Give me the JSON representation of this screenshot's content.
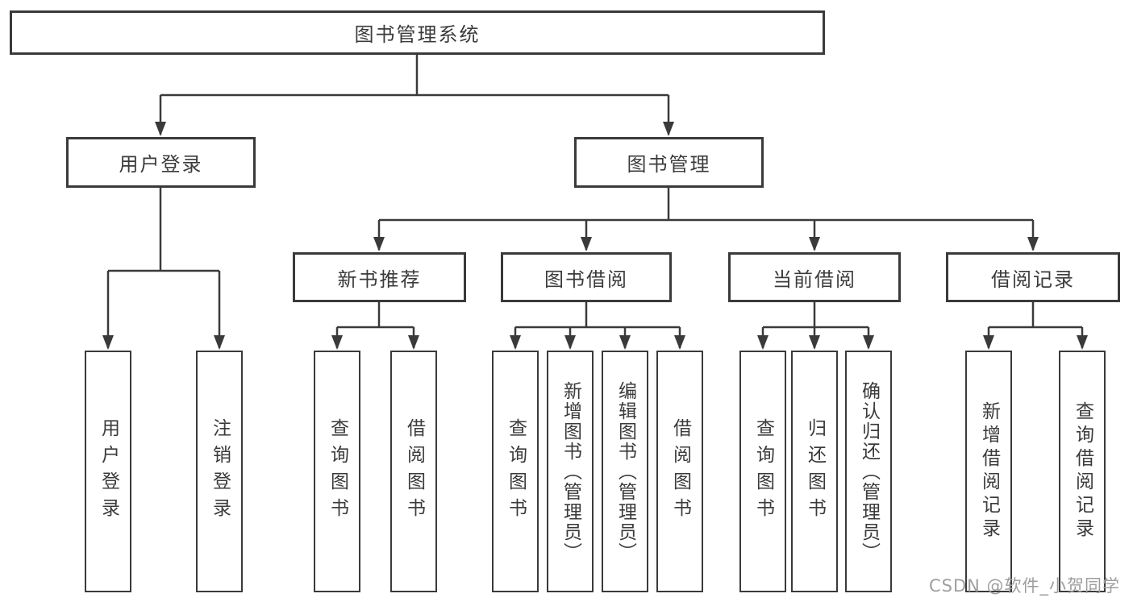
{
  "tree": {
    "root": {
      "label": "图书管理系统"
    },
    "level2": [
      {
        "label": "用户登录",
        "leaves": [
          {
            "label": "用户登录"
          },
          {
            "label": "注销登录"
          }
        ]
      },
      {
        "label": "图书管理",
        "groups": [
          {
            "label": "新书推荐",
            "leaves": [
              {
                "label": "查询图书"
              },
              {
                "label": "借阅图书"
              }
            ]
          },
          {
            "label": "图书借阅",
            "leaves": [
              {
                "label": "查询图书"
              },
              {
                "label": "新增图书（管理员）"
              },
              {
                "label": "编辑图书（管理员）"
              },
              {
                "label": "借阅图书"
              }
            ]
          },
          {
            "label": "当前借阅",
            "leaves": [
              {
                "label": "查询图书"
              },
              {
                "label": "归还图书"
              },
              {
                "label": "确认归还（管理员）"
              }
            ]
          },
          {
            "label": "借阅记录",
            "leaves": [
              {
                "label": "新增借阅记录"
              },
              {
                "label": "查询借阅记录"
              }
            ]
          }
        ]
      }
    ]
  },
  "watermark": "CSDN @软件_小贺同学",
  "colors": {
    "line": "#3a3a3a",
    "text": "#3b3b3b",
    "background": "#ffffff",
    "watermark": "#9e9e9e"
  }
}
